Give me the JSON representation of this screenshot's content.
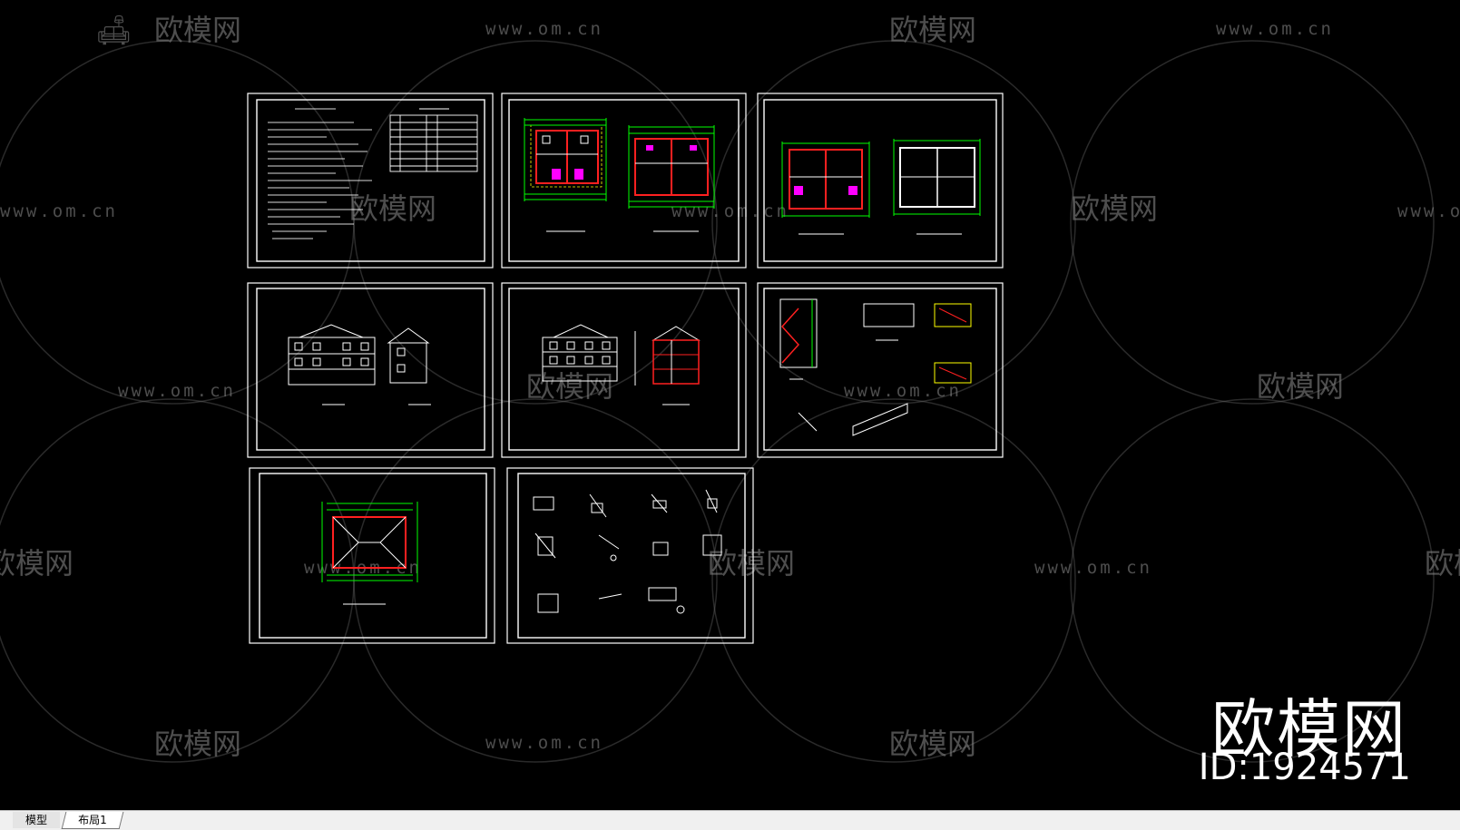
{
  "tabs": [
    {
      "label": "模型",
      "active": true
    },
    {
      "label": "布局1",
      "active": false
    }
  ],
  "watermark": {
    "logo_text": "欧模网",
    "site_text": "www.om.cn"
  },
  "brand": {
    "name": "欧模网",
    "id_text": "ID:1924571"
  },
  "colors": {
    "background": "#000000",
    "sheet_border": "#ffffff",
    "dimension_green": "#00ff00",
    "wall_red": "#ff2020",
    "fixture_magenta": "#ff00ff",
    "axis_yellow": "#ffff00"
  },
  "sheets": [
    {
      "id": "design-notes"
    },
    {
      "id": "floor-plans-1-2"
    },
    {
      "id": "floor-plans-3-roof"
    },
    {
      "id": "elevations-a"
    },
    {
      "id": "elevation-section"
    },
    {
      "id": "stair-details"
    },
    {
      "id": "roof-plan"
    },
    {
      "id": "node-details"
    }
  ]
}
